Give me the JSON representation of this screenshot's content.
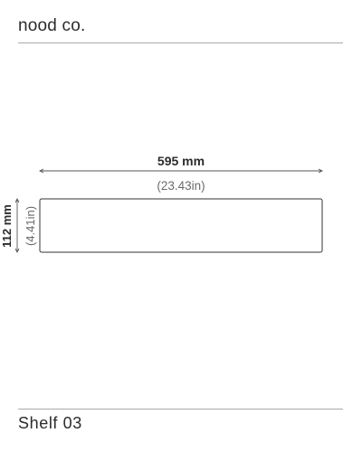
{
  "header": {
    "brand": "nood co."
  },
  "dimensions": {
    "width_primary": "595 mm",
    "width_secondary": "(23.43in)",
    "height_primary": "112 mm",
    "height_secondary": "(4.41in)"
  },
  "footer": {
    "product_name": "Shelf 03"
  },
  "colors": {
    "text": "#2b2b2b",
    "rule": "#a9a9a9",
    "secondary_text": "#6b6b6b"
  }
}
